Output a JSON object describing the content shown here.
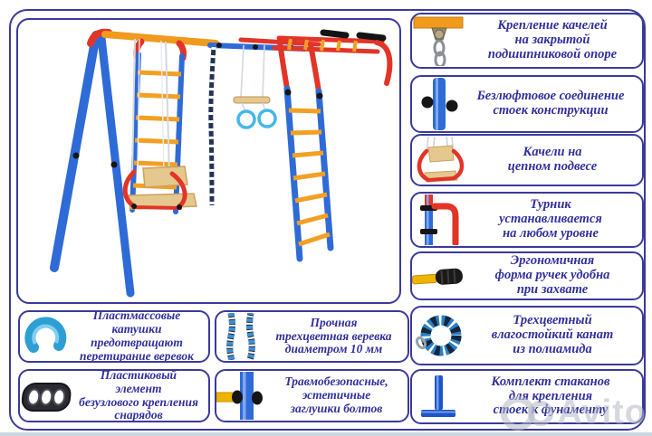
{
  "page": {
    "background": "#ffffff",
    "border_color": "#3b3a9b",
    "text_color": "#31309c",
    "description": "Avito product infographic of a children's outdoor swing set / playground with feature callouts"
  },
  "illustration": {
    "name": "swing-set-photo",
    "colors": {
      "tube_blue": "#2f6bd7",
      "tube_red": "#e23427",
      "beam_orange": "#f09a1e",
      "rung_orange": "#f2a024",
      "wood_tan": "#e5c88e",
      "ring_blue": "#45b7e8",
      "rope_dark": "#223355",
      "chain_gray": "#d4d8de"
    }
  },
  "features": {
    "right": [
      {
        "icon": "swing-bearing-icon",
        "text": "Крепление качелей\nна закрытой\nподшипниковой опоре"
      },
      {
        "icon": "pole-joint-icon",
        "text": "Безлюфтовое соединение\nстоек конструкции"
      },
      {
        "icon": "swing-seat-icon",
        "text": "Качели на\nцепном подвесе"
      },
      {
        "icon": "turnik-icon",
        "text": "Турник\nустанавливается\nна любом уровне"
      },
      {
        "icon": "grip-handle-icon",
        "text": "Эргономичная\nформа ручек удобна\nпри захвате"
      },
      {
        "icon": "rope-coil-icon",
        "text": "Трехцветный\nвлагостойкий канат\nиз полиамида"
      },
      {
        "icon": "ground-cup-icon",
        "text": "Комплект стаканов\nдля крепления\nстоек к фунаменту"
      }
    ],
    "bottom_left": [
      {
        "icon": "plastic-spool-icon",
        "text": "Пластмассовые катушки\nпредотвращают\nперетирание веревок"
      },
      {
        "icon": "knotless-plate-icon",
        "text": "Пластиковый элемент\nбезузлового крепления\nснарядов"
      }
    ],
    "bottom_middle": [
      {
        "icon": "rope-strands-icon",
        "text": "Прочная\nтрехцветная веревка\nдиаметром 10 мм"
      },
      {
        "icon": "bolt-caps-icon",
        "text": "Травмобезопасные,\nэстетичные\nзаглушки болтов"
      }
    ]
  },
  "watermark": {
    "text": "Avito"
  }
}
